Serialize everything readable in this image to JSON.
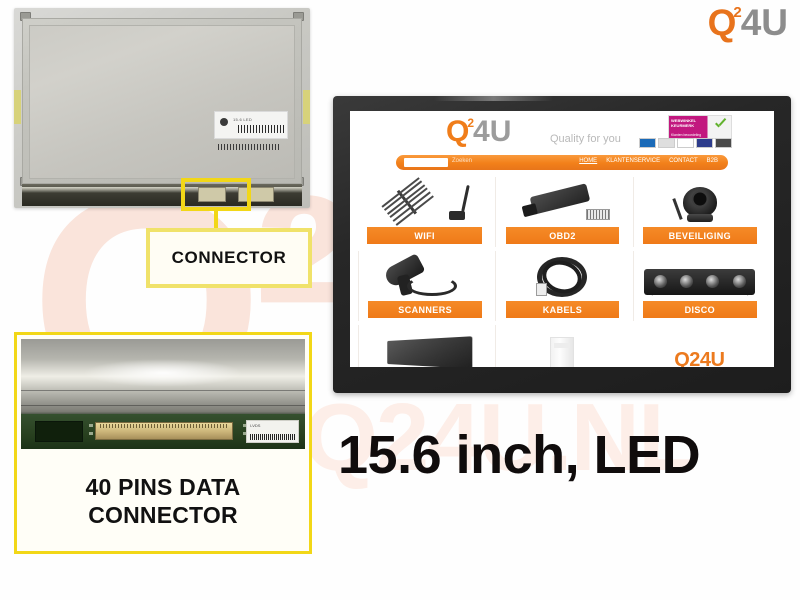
{
  "background_watermark": {
    "logo_text": "Q²",
    "url_text": "WWW.Q24U.NL",
    "color": "#fbe9e2"
  },
  "brand_logo": {
    "q": "Q",
    "superscript": "2",
    "suffix": "4U",
    "q_color": "#e8731c",
    "suffix_color": "#8d8d8d"
  },
  "panel_photo": {
    "name": "laptop-lcd-panel-back",
    "highlight_color": "#f2d717",
    "sticker_text": "15.6 LED"
  },
  "connector_callout": {
    "label": "CONNECTOR",
    "border_color": "#f0e26a"
  },
  "closeup": {
    "caption_line1": "40 PINS DATA",
    "caption_line2": "CONNECTOR",
    "border_color": "#f2d717",
    "pcb_label_text": "LVDS"
  },
  "monitor": {
    "bezel_color": "#272727",
    "site": {
      "logo": {
        "q": "Q",
        "superscript": "2",
        "suffix": "4U"
      },
      "tagline": "Quality for you",
      "badge": {
        "title": "WEBWINKEL KEURMERK",
        "subtitle": "Klanten beoordeling",
        "bg_color": "#c2187f",
        "check_color": "#62b22e"
      },
      "nav": {
        "search_placeholder": "Zoeken",
        "links": [
          "HOME",
          "KLANTENSERVICE",
          "CONTACT",
          "B2B"
        ],
        "bar_color": "#f2801a"
      },
      "products": [
        {
          "label": "WIFI",
          "icon": "wifi-antenna-icon"
        },
        {
          "label": "OBD2",
          "icon": "obd2-adapter-icon"
        },
        {
          "label": "BEVEILIGING",
          "icon": "security-camera-icon"
        },
        {
          "label": "SCANNERS",
          "icon": "barcode-scanner-icon"
        },
        {
          "label": "KABELS",
          "icon": "network-cable-icon"
        },
        {
          "label": "DISCO",
          "icon": "disco-light-bar-icon"
        }
      ],
      "bottom_row": {
        "laptop_icon": "laptop-icon",
        "whitebox_icon": "white-product-icon",
        "brand_text": "Q24U",
        "brand_color": "#ec7a1e"
      }
    }
  },
  "big_caption": "15.6 inch, LED"
}
